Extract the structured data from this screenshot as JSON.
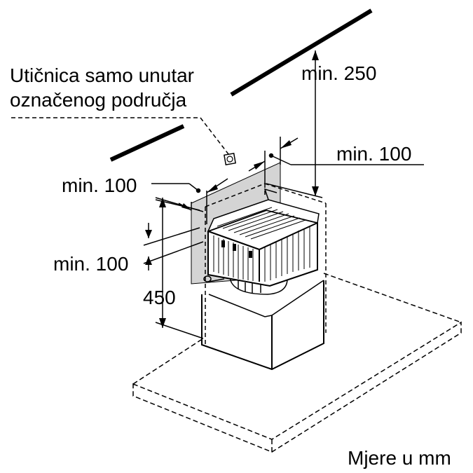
{
  "labels": {
    "outlet_line1": "Utičnica samo unutar",
    "outlet_line2": "označenog područja",
    "dim_top_right": "min. 250",
    "dim_right": "min. 100",
    "dim_left_upper": "min. 100",
    "dim_left_lower": "min. 100",
    "dim_height": "450",
    "units_note": "Mjere u mm"
  },
  "colors": {
    "outlet_zone": "#d4d4d4",
    "line": "#000000",
    "background": "#ffffff"
  }
}
